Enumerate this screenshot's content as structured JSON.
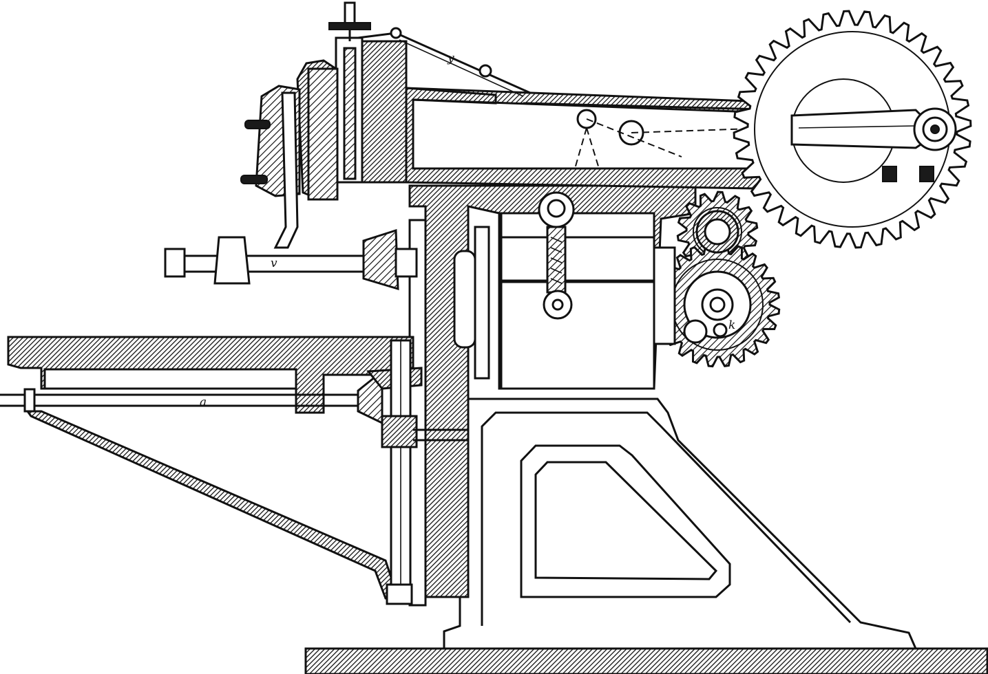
{
  "figure": {
    "labels": {
      "shaft_a": "a",
      "shaft_v": "v",
      "arm_y": "y",
      "gear_k": "k"
    }
  },
  "icons": {
    "saw_blade": "circular-saw-blade-icon",
    "gear": "gear-icon"
  },
  "colors": {
    "ink": "#111111",
    "paper": "#ffffff"
  }
}
